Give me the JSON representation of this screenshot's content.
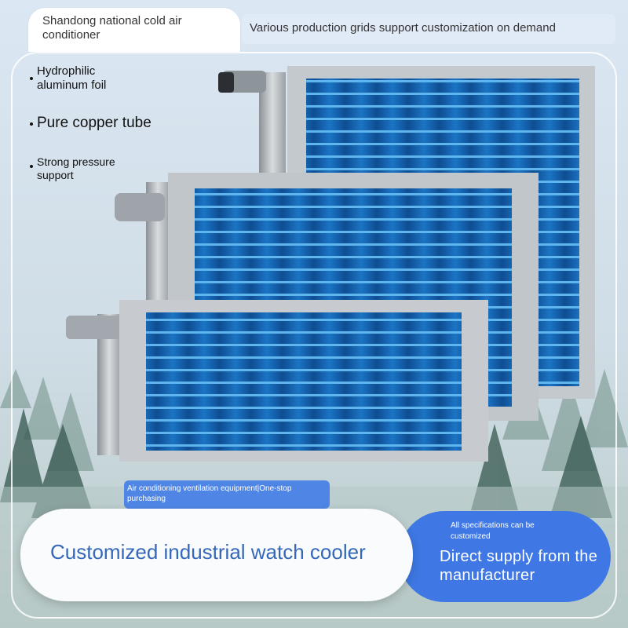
{
  "header": {
    "brand_line": "Shandong national cold air conditioner",
    "tagline": "Various production grids support customization on demand"
  },
  "features": [
    {
      "label": "Hydrophilic aluminum foil"
    },
    {
      "label": "Pure copper tube"
    },
    {
      "label": "Strong pressure support"
    }
  ],
  "product": {
    "name": "Customized industrial watch cooler",
    "category_chip": "Air conditioning ventilation equipment|One-stop purchasing"
  },
  "promo": {
    "spec_note": "All specifications can be customized",
    "supply": "Direct supply from the manufacturer"
  },
  "colors": {
    "accent_blue": "#3f78e4",
    "title_blue": "#3568b8",
    "fin_blue": "#1f6fc0"
  },
  "icons": [
    "coil-unit-large",
    "coil-unit-medium",
    "coil-unit-small",
    "pine-tree"
  ]
}
